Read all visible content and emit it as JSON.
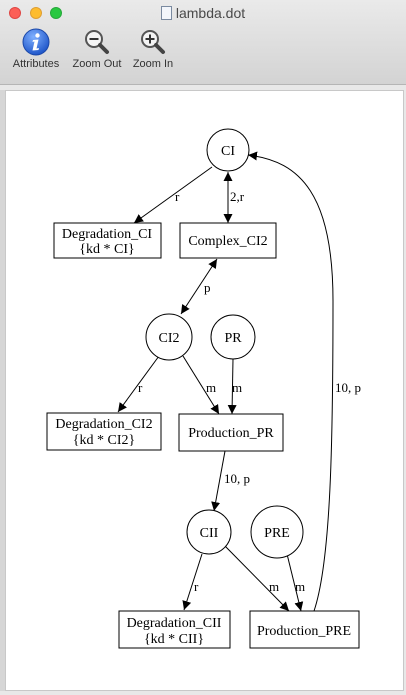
{
  "window": {
    "title": "lambda.dot"
  },
  "toolbar": {
    "attributes_label": "Attributes",
    "zoom_out_label": "Zoom Out",
    "zoom_in_label": "Zoom In"
  },
  "graph": {
    "nodes": {
      "ci": "CI",
      "degradation_ci_line1": "Degradation_CI",
      "degradation_ci_line2": "{kd * CI}",
      "complex_ci2": "Complex_CI2",
      "ci2": "CI2",
      "pr": "PR",
      "degradation_ci2_line1": "Degradation_CI2",
      "degradation_ci2_line2": "{kd * CI2}",
      "production_pr": "Production_PR",
      "cii": "CII",
      "pre": "PRE",
      "degradation_cii_line1": "Degradation_CII",
      "degradation_cii_line2": "{kd * CII}",
      "production_pre": "Production_PRE"
    },
    "edge_labels": {
      "ci_to_degradation_ci": "r",
      "ci_complex_ci2": "2,r",
      "complex_ci2_ci2": "p",
      "ci2_to_degradation_ci2": "r",
      "ci2_to_production_pr": "m",
      "pr_to_production_pr": "m",
      "production_pr_to_cii": "10, p",
      "cii_to_degradation_cii": "r",
      "cii_to_production_pre": "m",
      "pre_to_production_pre": "m",
      "production_pre_to_ci": "10, p"
    }
  }
}
